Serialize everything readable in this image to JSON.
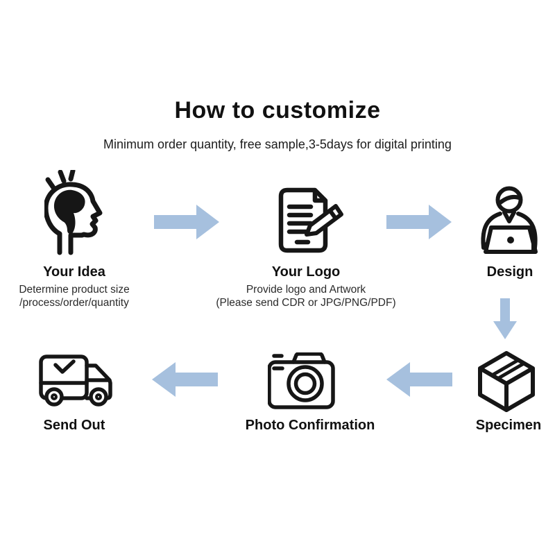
{
  "header": {
    "title": "How to customize",
    "subtitle": "Minimum order quantity, free sample,3-5days for digital printing"
  },
  "steps": [
    {
      "id": "your-idea",
      "label": "Your Idea",
      "icon": "idea-head-icon",
      "desc_line1": "Determine product size",
      "desc_line2": "/process/order/quantity"
    },
    {
      "id": "your-logo",
      "label": "Your Logo",
      "icon": "document-pencil-icon",
      "desc_line1": "Provide logo and Artwork",
      "desc_line2": "(Please send CDR or JPG/PNG/PDF)"
    },
    {
      "id": "design",
      "label": "Design",
      "icon": "designer-laptop-icon"
    },
    {
      "id": "specimen",
      "label": "Specimen",
      "icon": "package-box-icon"
    },
    {
      "id": "photo-confirmation",
      "label": "Photo Confirmation",
      "icon": "camera-icon"
    },
    {
      "id": "send-out",
      "label": "Send Out",
      "icon": "delivery-truck-icon"
    }
  ],
  "arrows": {
    "color": "#a6c0de",
    "items": [
      {
        "from": "your-idea",
        "to": "your-logo",
        "direction": "right"
      },
      {
        "from": "your-logo",
        "to": "design",
        "direction": "right"
      },
      {
        "from": "design",
        "to": "specimen",
        "direction": "down"
      },
      {
        "from": "specimen",
        "to": "photo-confirmation",
        "direction": "left"
      },
      {
        "from": "photo-confirmation",
        "to": "send-out",
        "direction": "left"
      }
    ]
  },
  "colors": {
    "background": "#ffffff",
    "icon": "#161616",
    "text": "#111111",
    "arrow": "#a6c0de"
  }
}
